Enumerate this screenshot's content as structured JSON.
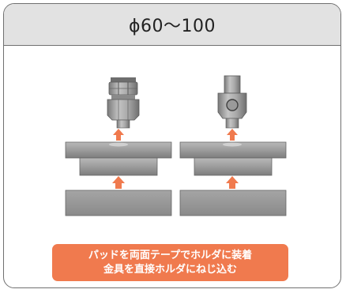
{
  "header": {
    "title": "ϕ60〜100"
  },
  "caption": {
    "line1": "パッドを両面テープでホルダに装着",
    "line2": "金具を直接ホルダにねじ込む"
  },
  "colors": {
    "arrow": "#f07a4e",
    "caption_bg": "#f07a4e",
    "header_bg": "#e2e2e2",
    "border": "#707070",
    "metal": "#9a9a9a"
  },
  "icons": {
    "left_fitting": "hex-nut-threaded-fitting",
    "right_fitting": "square-block-fitting-with-circle"
  }
}
